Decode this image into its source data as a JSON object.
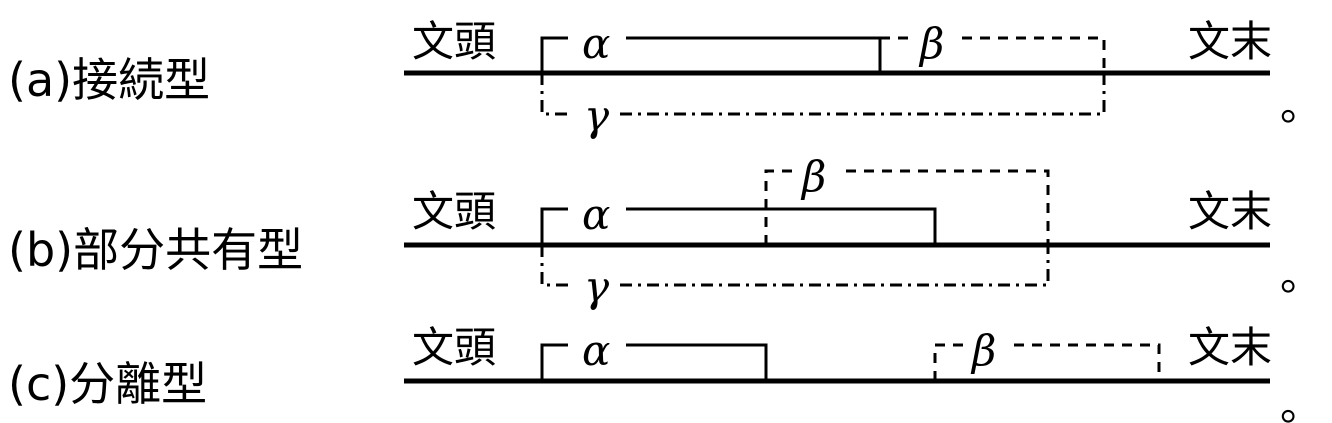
{
  "types": [
    {
      "id": "a",
      "label": "(a)接続型",
      "start": "文頭",
      "end": "文末",
      "period": "。",
      "spans": {
        "alpha": "α",
        "beta": "β",
        "gamma": "γ"
      }
    },
    {
      "id": "b",
      "label": "(b)部分共有型",
      "start": "文頭",
      "end": "文末",
      "period": "。",
      "spans": {
        "alpha": "α",
        "beta": "β",
        "gamma": "γ"
      }
    },
    {
      "id": "c",
      "label": "(c)分離型",
      "start": "文頭",
      "end": "文末",
      "period": "。",
      "spans": {
        "alpha": "α",
        "beta": "β"
      }
    }
  ]
}
